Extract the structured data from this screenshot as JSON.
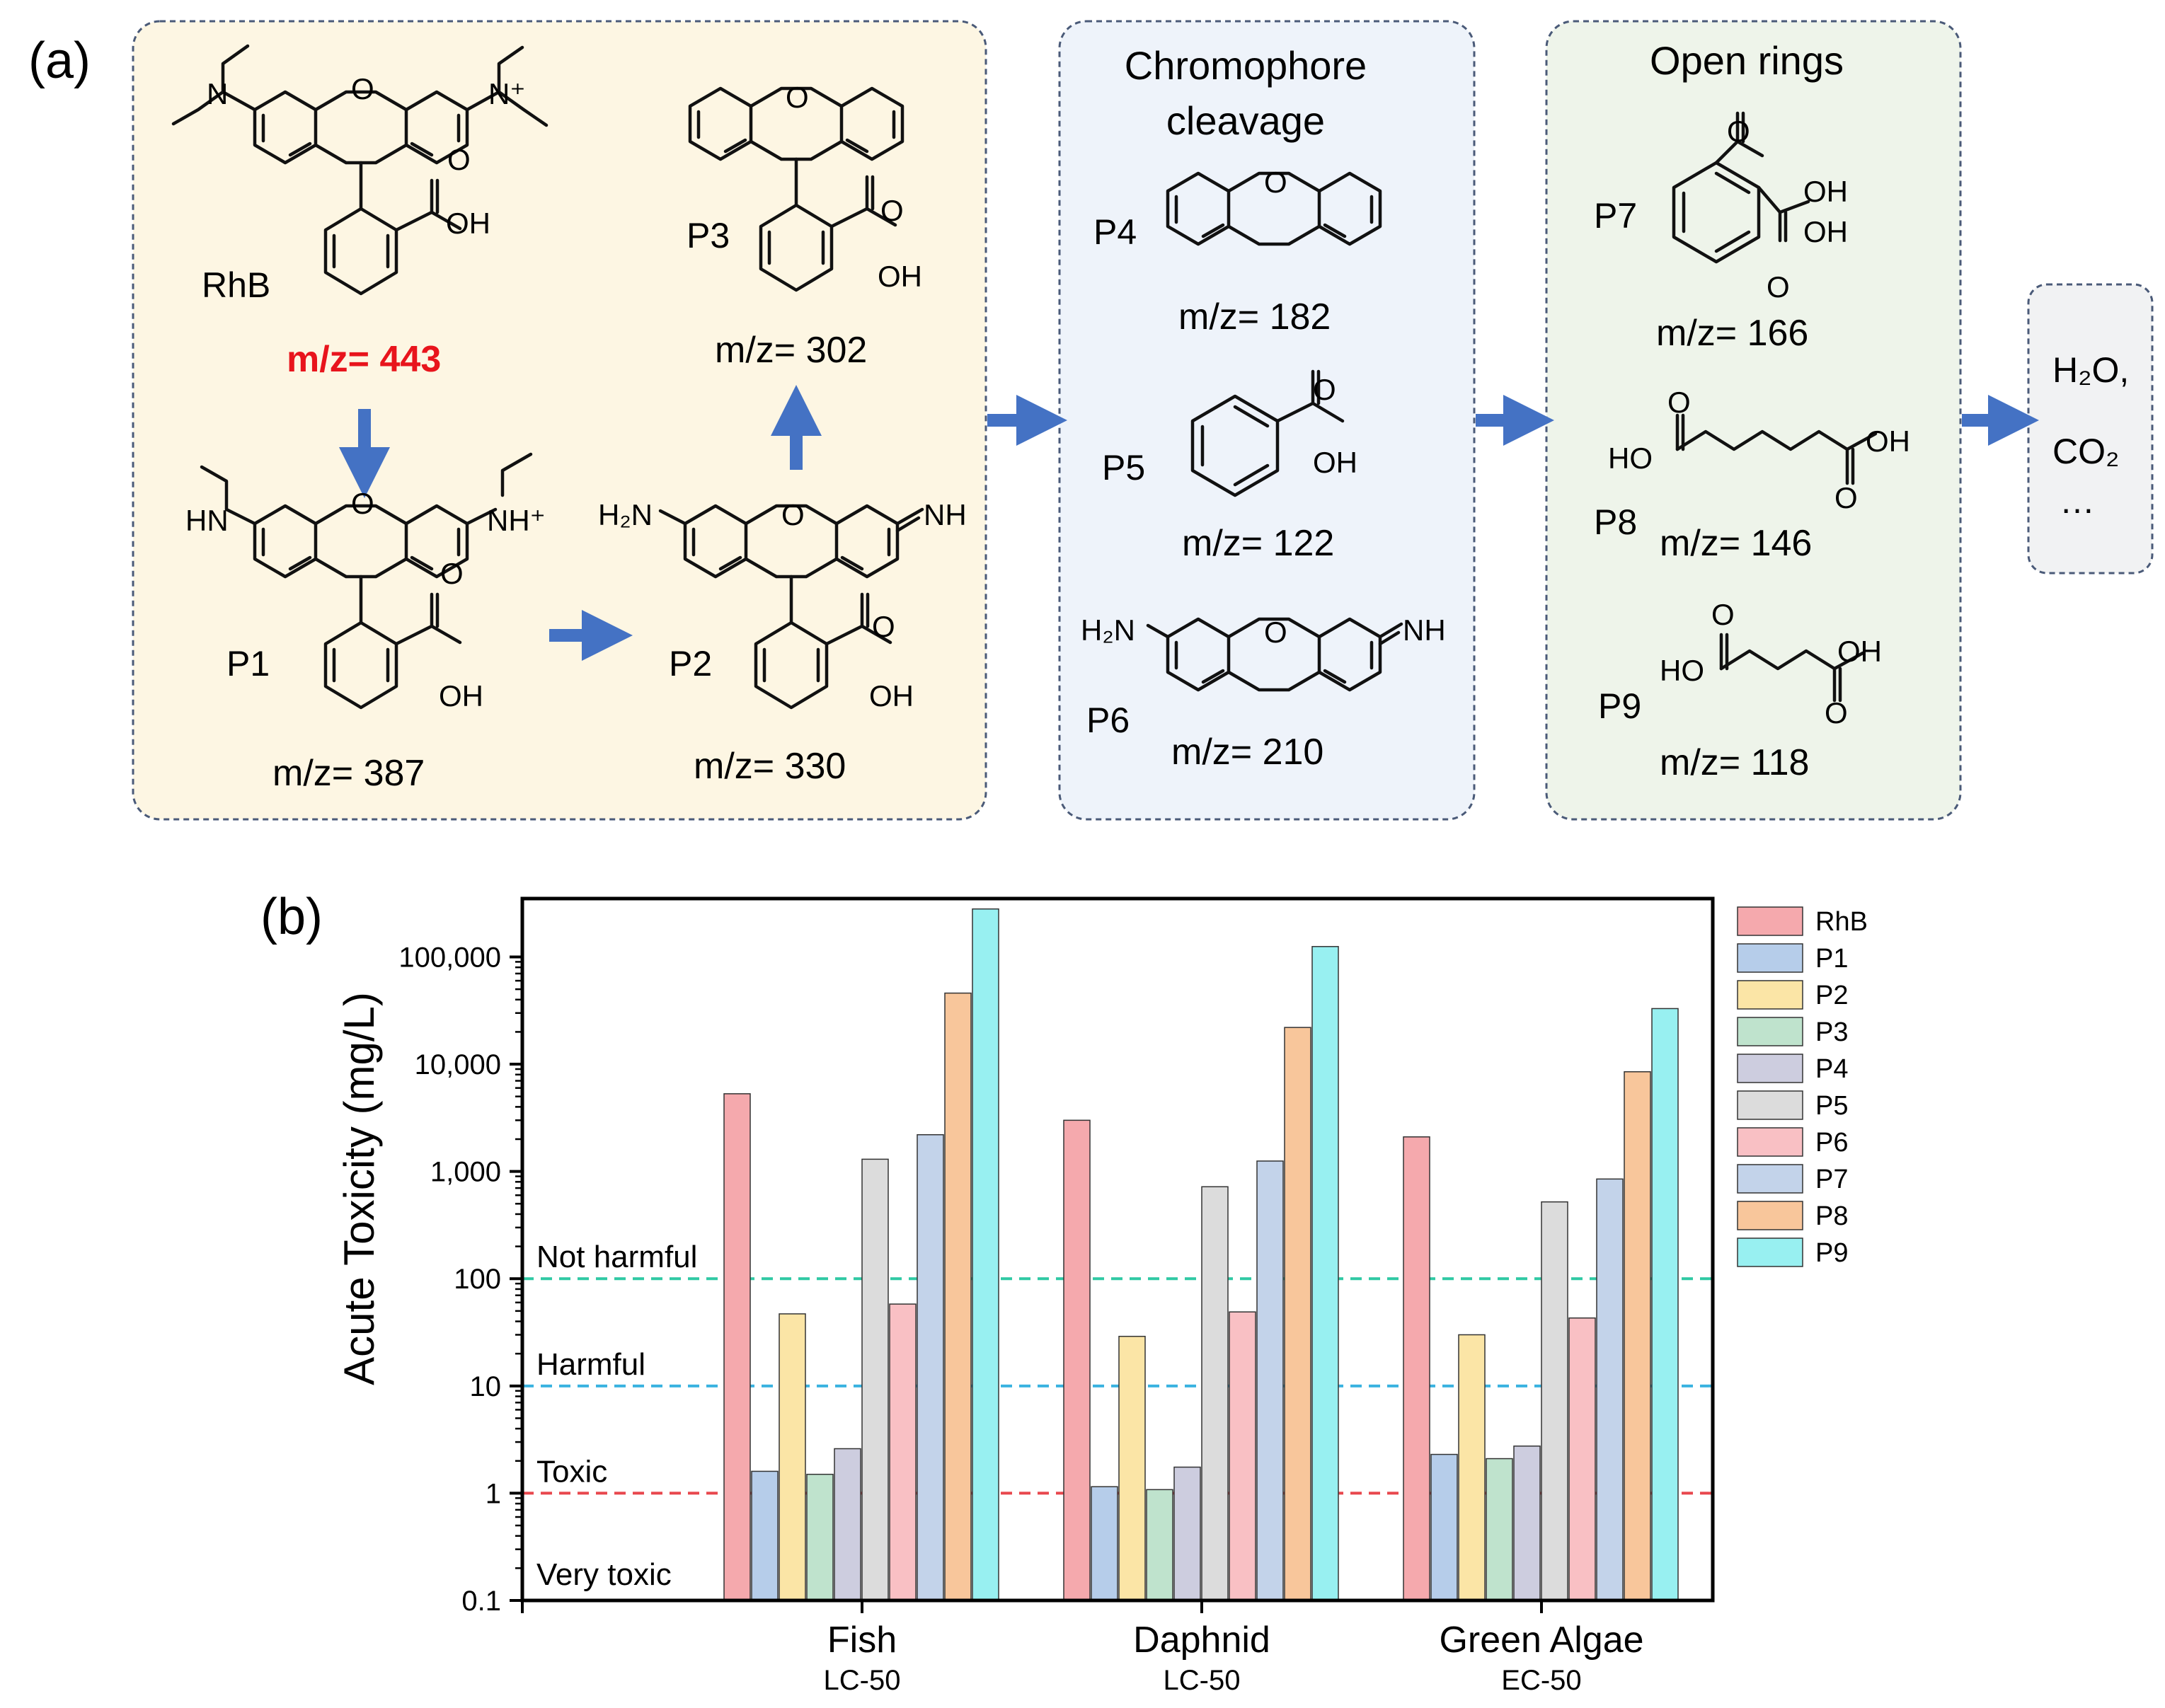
{
  "panel_a": {
    "label": "(a)",
    "stage1": {
      "compounds": [
        {
          "id": "RhB",
          "label": "RhB",
          "mz": "m/z= 443"
        },
        {
          "id": "P1",
          "label": "P1",
          "mz": "m/z= 387"
        },
        {
          "id": "P2",
          "label": "P2",
          "mz": "m/z= 330"
        },
        {
          "id": "P3",
          "label": "P3",
          "mz": "m/z= 302"
        }
      ]
    },
    "stage2": {
      "title_line1": "Chromophore",
      "title_line2": "cleavage",
      "compounds": [
        {
          "id": "P4",
          "label": "P4",
          "mz": "m/z= 182"
        },
        {
          "id": "P5",
          "label": "P5",
          "mz": "m/z= 122"
        },
        {
          "id": "P6",
          "label": "P6",
          "mz": "m/z= 210"
        }
      ]
    },
    "stage3": {
      "title": "Open rings",
      "compounds": [
        {
          "id": "P7",
          "label": "P7",
          "mz": "m/z= 166"
        },
        {
          "id": "P8",
          "label": "P8",
          "mz": "m/z= 146"
        },
        {
          "id": "P9",
          "label": "P9",
          "mz": "m/z= 118"
        }
      ]
    },
    "final": {
      "line1": "H₂O,",
      "line2": "CO₂",
      "line3": "…"
    },
    "atom_labels": {
      "N": "N",
      "N_plus": "N⁺",
      "O": "O",
      "OH": "OH",
      "HO": "HO",
      "HN": "HN",
      "NH_plus": "NH⁺",
      "H2N": "H₂N",
      "NH": "NH"
    }
  },
  "panel_b": {
    "label": "(b)",
    "chart_data": {
      "type": "bar",
      "ylabel": "Acute Toxicity (mg/L)",
      "yscale": "log",
      "ylim": [
        0.1,
        350000
      ],
      "yticks": [
        0.1,
        1,
        10,
        100,
        1000,
        10000,
        100000
      ],
      "ytick_labels": [
        "0.1",
        "1",
        "10",
        "100",
        "1,000",
        "10,000",
        "100,000"
      ],
      "categories": [
        "Fish",
        "Daphnid",
        "Green Algae"
      ],
      "category_sublabels": [
        "LC-50",
        "LC-50",
        "EC-50"
      ],
      "series": [
        {
          "name": "RhB",
          "color": "#f5a9ad",
          "values": [
            5300,
            3000,
            2100
          ]
        },
        {
          "name": "P1",
          "color": "#b6cdea",
          "values": [
            1.6,
            1.15,
            2.3
          ]
        },
        {
          "name": "P2",
          "color": "#fbe5a6",
          "values": [
            47,
            29,
            30
          ]
        },
        {
          "name": "P3",
          "color": "#bfe3cd",
          "values": [
            1.5,
            1.08,
            2.1
          ]
        },
        {
          "name": "P4",
          "color": "#cdcddf",
          "values": [
            2.6,
            1.75,
            2.75
          ]
        },
        {
          "name": "P5",
          "color": "#dcdcdc",
          "values": [
            1300,
            720,
            520
          ]
        },
        {
          "name": "P6",
          "color": "#f9c0c4",
          "values": [
            58,
            49,
            43
          ]
        },
        {
          "name": "P7",
          "color": "#c3d3ea",
          "values": [
            2200,
            1250,
            850
          ]
        },
        {
          "name": "P8",
          "color": "#f8c69b",
          "values": [
            46000,
            22000,
            8500
          ]
        },
        {
          "name": "P9",
          "color": "#98f0f1",
          "values": [
            280000,
            125000,
            33000
          ]
        }
      ],
      "thresholds": [
        {
          "label": "Not harmful",
          "value": 100,
          "color": "#2fc9a4"
        },
        {
          "label": "Harmful",
          "value": 10,
          "color": "#3ab3e0"
        },
        {
          "label": "Toxic",
          "value": 1,
          "color": "#e8474d"
        }
      ],
      "region_labels": [
        {
          "label": "Very toxic"
        }
      ],
      "legend_position": "right",
      "grid": false
    }
  }
}
